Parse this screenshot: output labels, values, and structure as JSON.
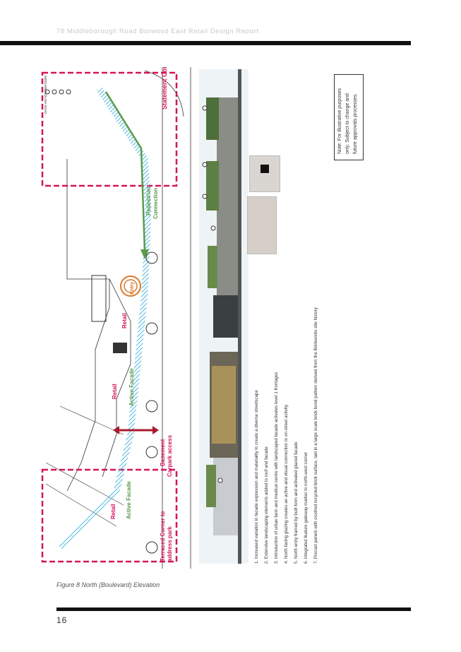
{
  "header": {
    "title": "78 Middleborough Road Burwood East Retail Design Report"
  },
  "caption": "Figure 8 North (Boulevard) Elevation",
  "page_number": "16",
  "plan": {
    "road_label": "MIDDLEBOROUGH ROAD",
    "labels": {
      "statement_corner": "Statement Corner",
      "pedestrian": "Pedestrian",
      "connection": "Connection",
      "entry": "Entry",
      "retail_1": "Retail",
      "retail_2": "Retail",
      "retail_3": "Retail",
      "active_facade_1": "Active Facade",
      "active_facade_2": "Active Facade",
      "basement": "Basement",
      "carpark": "Carpark access",
      "terraced_1": "Terraced Corner to",
      "terraced_2": "address park"
    }
  },
  "notes": [
    "1. Increased variation in facade expression and materiality to create a diverse streetscape",
    "2. Extensive landscaping elements added to roof and facade",
    "3. Introduction of urban farm and medical centre with landscaped facade activates level 1 frontages",
    "4. North facing glazing creates an active and visual connection to on-street activity",
    "5. North entry framed by built form and activated glazed facade",
    "6. Integrated feature gateway marker to north-west corner",
    "7. Precast panels with crushed recycled brick surface, laid in a large scale brick bond pattern derived from the Brickworks site history"
  ],
  "disclaimer": {
    "line1": "Note: For illustrative purposes",
    "line2": "only. Subject to change and",
    "line3": "future approvals processes."
  },
  "colors": {
    "magenta": "#d4145a",
    "green": "#5a9a4a",
    "hatch": "#4fb7de",
    "maroon": "#a81c2c",
    "orange": "#d97a2b"
  }
}
